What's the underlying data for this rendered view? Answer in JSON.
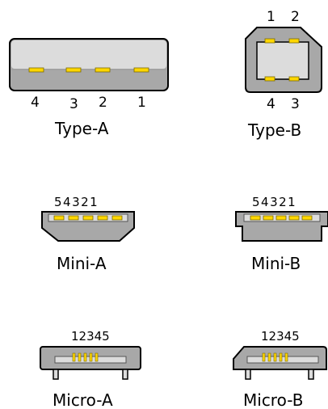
{
  "colors": {
    "housing_gray": "#a8a8a8",
    "housing_light": "#dcdcdc",
    "outline": "#000000",
    "pin_yellow": "#ffd700",
    "pin_edge": "#7a6a00"
  },
  "connectors": {
    "type_a": {
      "label": "Type-A",
      "pins": [
        "4",
        "3",
        "2",
        "1"
      ]
    },
    "type_b": {
      "label": "Type-B",
      "pins_top": [
        "1",
        "2"
      ],
      "pins_bottom": [
        "4",
        "3"
      ]
    },
    "mini_a": {
      "label": "Mini-A",
      "pins": "54321"
    },
    "mini_b": {
      "label": "Mini-B",
      "pins": "54321"
    },
    "micro_a": {
      "label": "Micro-A",
      "pins": "12345"
    },
    "micro_b": {
      "label": "Micro-B",
      "pins": "12345"
    }
  }
}
